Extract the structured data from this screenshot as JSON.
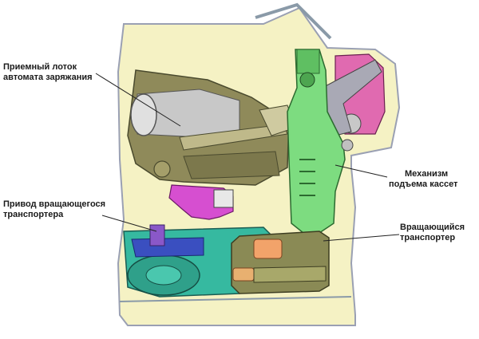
{
  "labels": {
    "loading_tray": [
      "Приемный лоток",
      "автомата заряжания"
    ],
    "cassette_lift": [
      "Механизм",
      "подъема кассет"
    ],
    "conveyor_drive": [
      "Привод вращающегося",
      "транспортера"
    ],
    "rotating_conveyor": [
      "Вращающийся",
      "транспортер"
    ]
  },
  "colors": {
    "hull": "#f5f2c4",
    "hull_outline": "#9aa0b3",
    "breech": "#8f8a5a",
    "lift": "#7ddc80",
    "drive": "#d64fd0",
    "turret_gear": "#e06ab0",
    "conveyor_base": "#36b9a0",
    "conveyor_blue": "#3a4fc0",
    "cassette": "#8a8a55",
    "shell": "#f2a36a"
  }
}
